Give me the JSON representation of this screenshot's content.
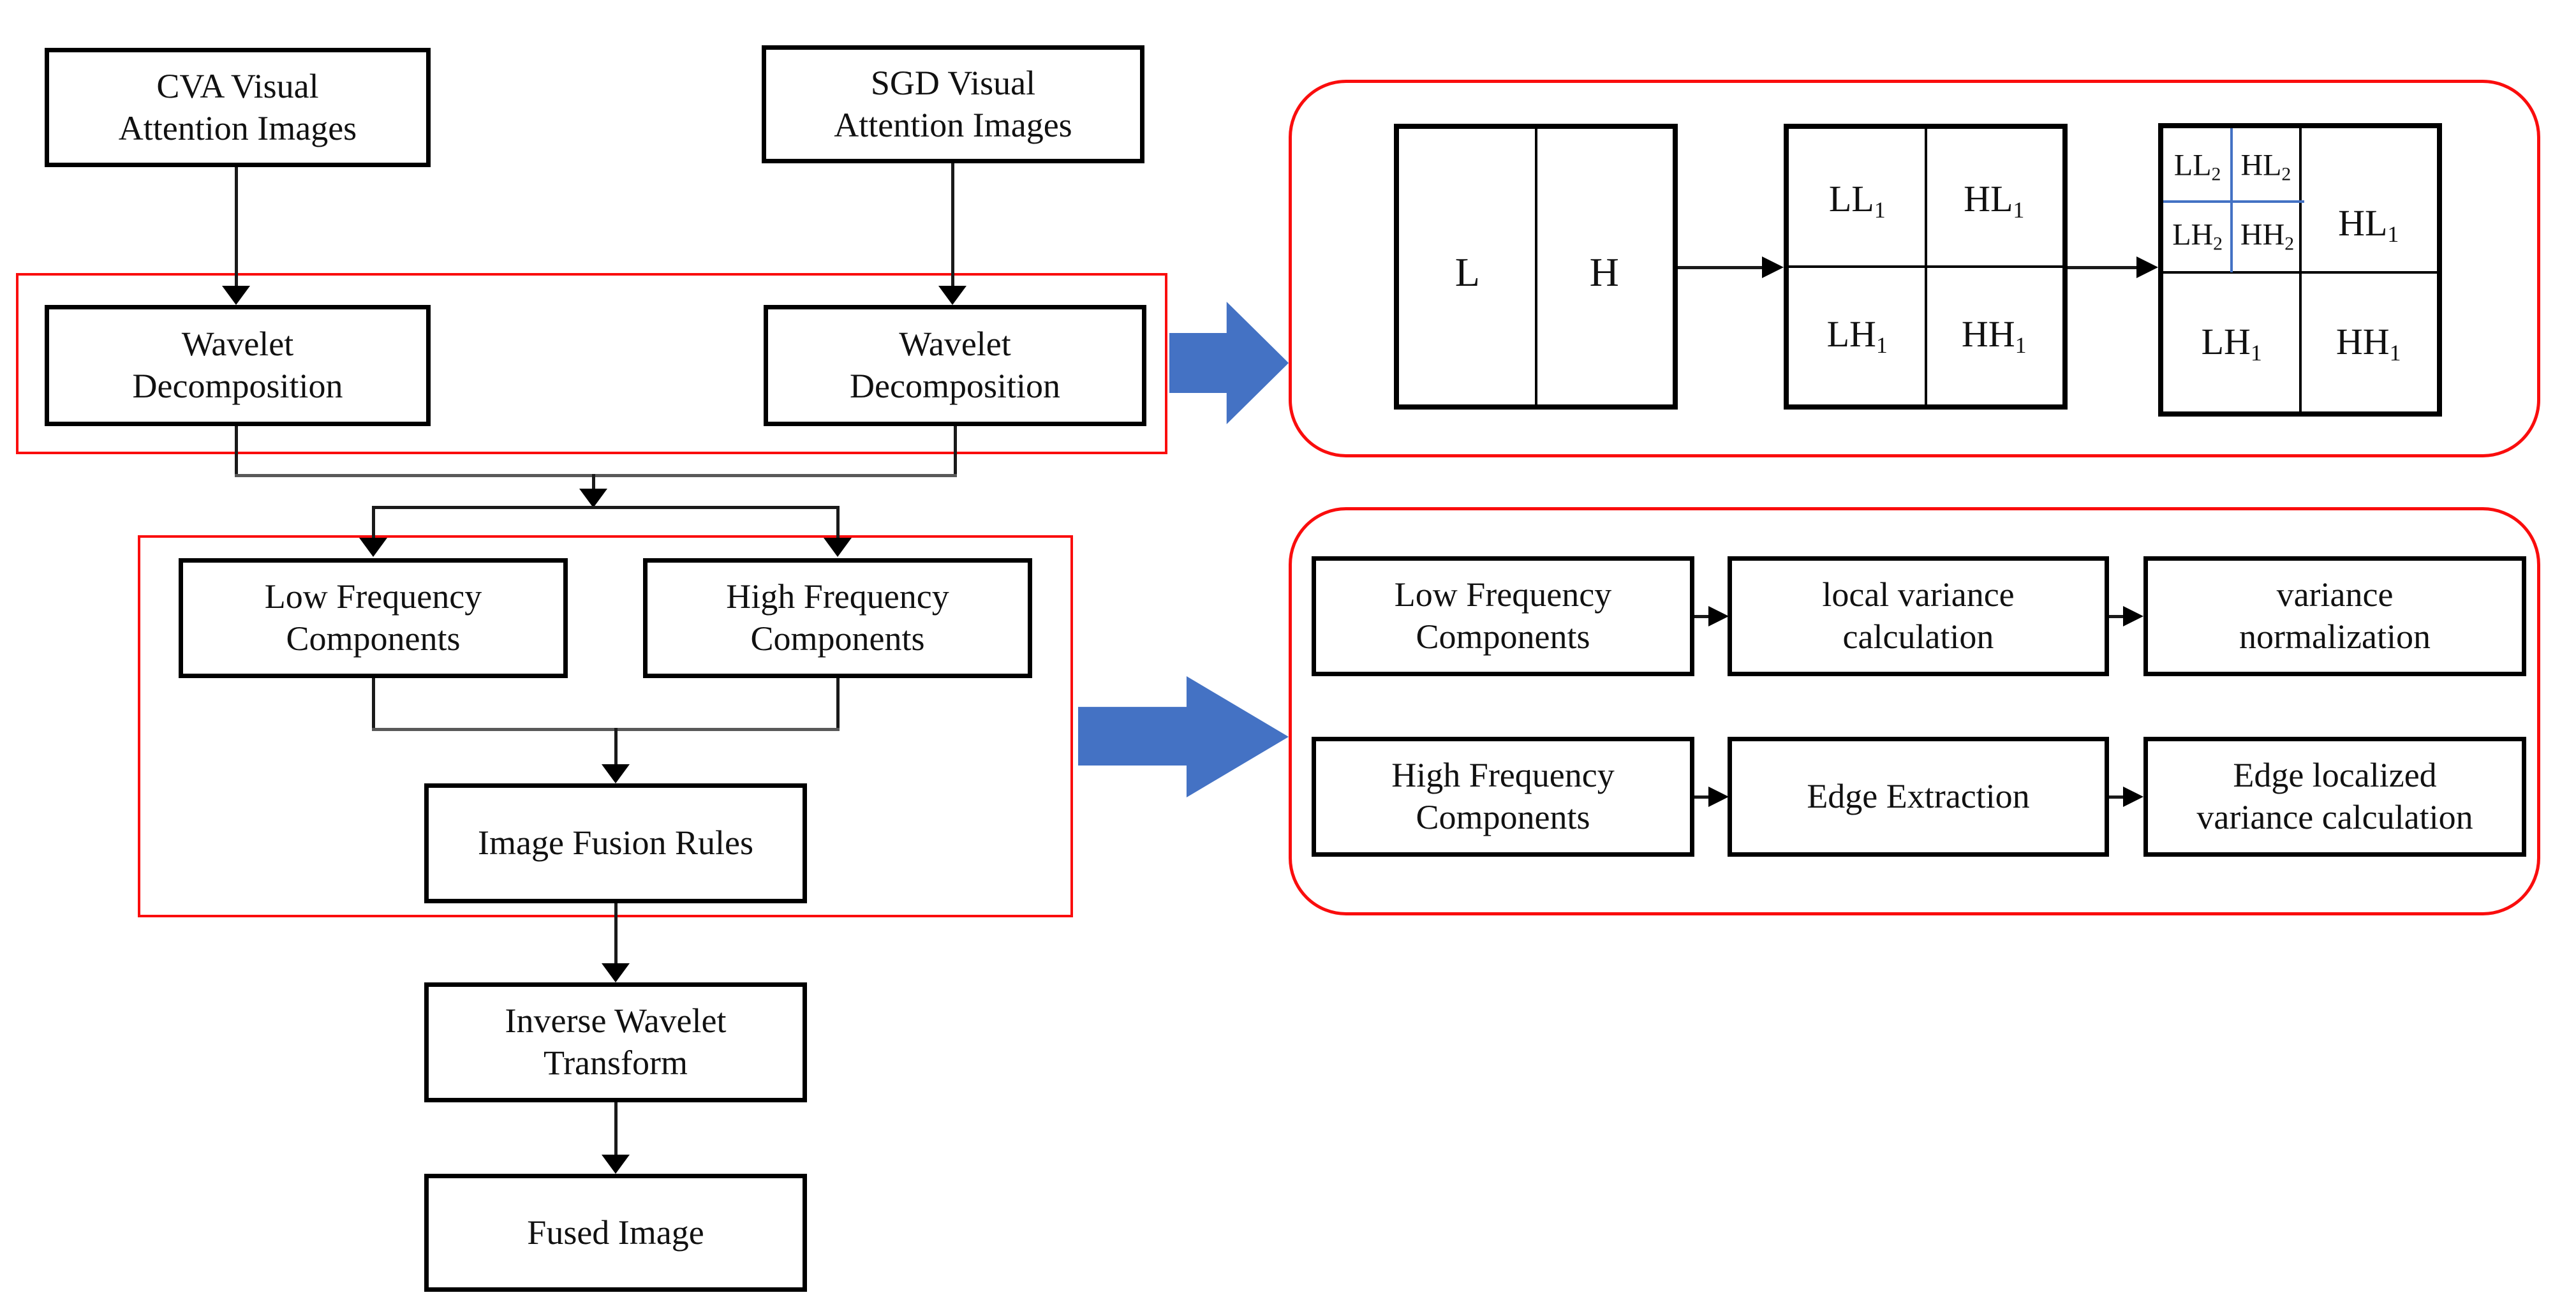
{
  "colors": {
    "red_outline": "#fa0d0d",
    "blue_accent": "#4472c4",
    "connector_gray": "#595959",
    "box_border": "#000000",
    "background": "#ffffff"
  },
  "flowchart": {
    "cva_label": "CVA Visual\nAttention Images",
    "sgd_label": "SGD Visual\nAttention Images",
    "wavelet_left_label": "Wavelet\nDecomposition",
    "wavelet_right_label": "Wavelet\nDecomposition",
    "low_freq_label": "Low Frequency\nComponents",
    "high_freq_label": "High Frequency\nComponents",
    "fusion_rules_label": "Image Fusion Rules",
    "inverse_wavelet_label": "Inverse Wavelet\nTransform",
    "fused_image_label": "Fused Image"
  },
  "decomposition_panel": {
    "square1": {
      "left_label": "L",
      "right_label": "H"
    },
    "square2": {
      "ll1": {
        "main": "LL",
        "sub": "1"
      },
      "hl1": {
        "main": "HL",
        "sub": "1"
      },
      "lh1": {
        "main": "LH",
        "sub": "1"
      },
      "hh1": {
        "main": "HH",
        "sub": "1"
      }
    },
    "square3": {
      "ll2": {
        "main": "LL",
        "sub": "2"
      },
      "hl2": {
        "main": "HL",
        "sub": "2"
      },
      "lh2": {
        "main": "LH",
        "sub": "2"
      },
      "hh2": {
        "main": "HH",
        "sub": "2"
      },
      "hl1": {
        "main": "HL",
        "sub": "1"
      },
      "lh1": {
        "main": "LH",
        "sub": "1"
      },
      "hh1": {
        "main": "HH",
        "sub": "1"
      }
    }
  },
  "variance_panel": {
    "row1": [
      "Low Frequency\nComponents",
      "local variance\ncalculation",
      "variance\nnormalization"
    ],
    "row2": [
      "High Frequency\nComponents",
      "Edge Extraction",
      "Edge localized\nvariance calculation"
    ]
  }
}
